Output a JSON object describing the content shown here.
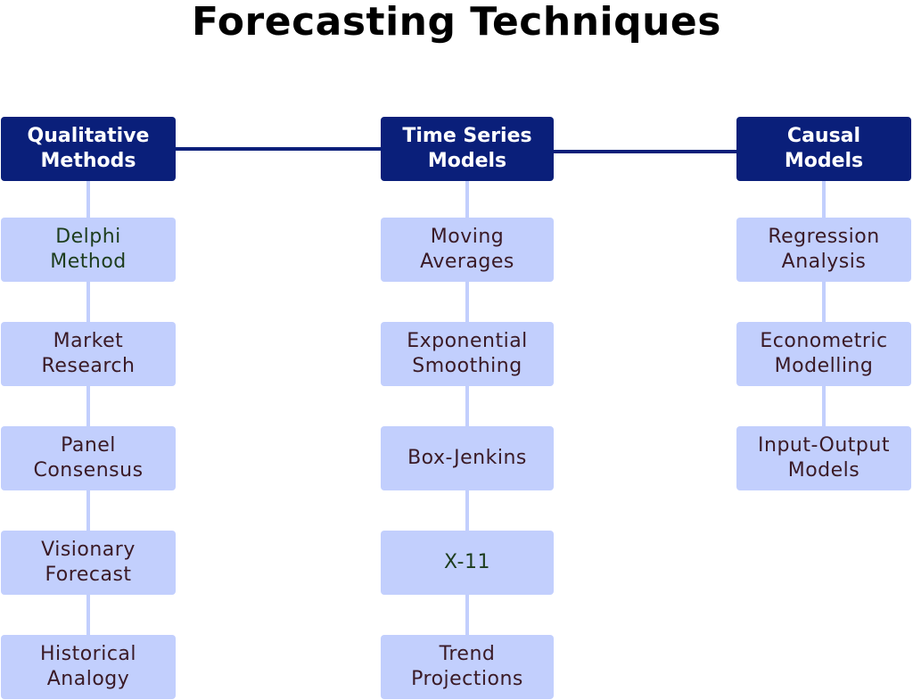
{
  "title": "Forecasting Techniques",
  "colors": {
    "header_fill": "#0a1f7a",
    "header_text": "#ffffff",
    "item_fill": "#c2cffd",
    "connector_horizontal": "#0a1f7a",
    "connector_vertical": "#c2cffd",
    "item_text_default": "#3a1a26",
    "item_text_accent": "#1d3d1d"
  },
  "columns": [
    {
      "header": "Qualitative\nMethods",
      "items": [
        "Delphi\nMethod",
        "Market\nResearch",
        "Panel\nConsensus",
        "Visionary\nForecast",
        "Historical\nAnalogy"
      ]
    },
    {
      "header": "Time Series\nModels",
      "items": [
        "Moving\nAverages",
        "Exponential\nSmoothing",
        "Box-Jenkins",
        "X-11",
        "Trend\nProjections"
      ]
    },
    {
      "header": "Causal\nModels",
      "items": [
        "Regression\nAnalysis",
        "Econometric\nModelling",
        "Input-Output\nModels"
      ]
    }
  ]
}
